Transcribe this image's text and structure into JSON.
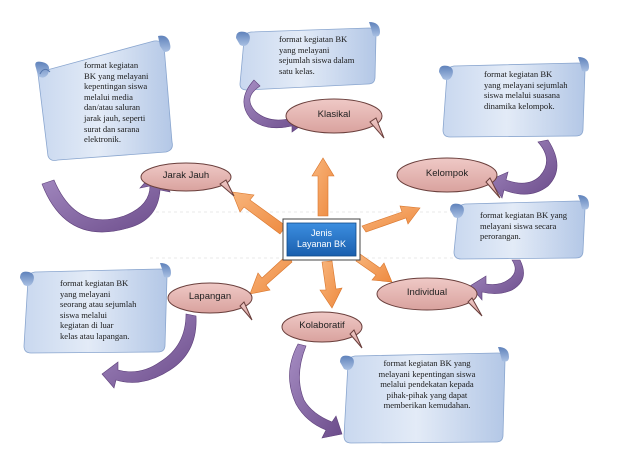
{
  "center": {
    "label": "Jenis\nLayanan BK"
  },
  "nodes": [
    {
      "id": "klasikal",
      "label": "Klasikal"
    },
    {
      "id": "kelompok",
      "label": "Kelompok"
    },
    {
      "id": "individual",
      "label": "Individual"
    },
    {
      "id": "kolaboratif",
      "label": "Kolaboratif"
    },
    {
      "id": "lapangan",
      "label": "Lapangan"
    },
    {
      "id": "jarak-jauh",
      "label": "Jarak Jauh"
    }
  ],
  "descriptions": {
    "klasikal": "format  kegiatan  BK\nyang  melayani\nsejumlah  siswa dalam\nsatu kelas.",
    "kelompok": "format  kegiatan  BK\nyang melayani sejumlah\nsiswa melalui  suasana\ndinamika  kelompok.",
    "individual": "format  kegiatan  BK yang\nmelayani  siswa secara\nperorangan.",
    "kolaboratif": "format  kegiatan  BK yang\nmelayani  kepentingan  siswa\nmelalui  pendekatan  kepada\npihak-pihak  yang dapat\nmemberikan  kemudahan.",
    "lapangan": "format   kegiatan   BK\nyang  melayani\nseorang  atau sejumlah\nsiswa  melalui\nkegiatan   di  luar\nkelas   atau lapangan.",
    "jarak-jauh": "format  kegiatan\nBK yang melayani\nkepentingan  siswa\nmelalui   media\ndan/atau  saluran\njarak jauh,  seperti\nsurat  dan sarana\nelektronik."
  },
  "colors": {
    "scroll_light": "#d6e1f2",
    "scroll_dark": "#93aed6",
    "scroll_edge": "#7f9bc6",
    "bubble_fill": "#e6b7b4",
    "bubble_edge": "#6a3f3c",
    "center_fill": "#1f6fc4",
    "arrow_fill": "#f39b55",
    "curve_fill": "#7f5f9b"
  }
}
